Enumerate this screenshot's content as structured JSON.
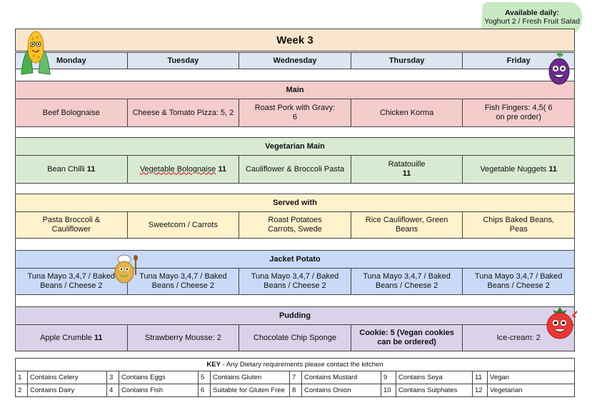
{
  "title": "Week 3",
  "available_daily": {
    "heading": "Available daily:",
    "text": "Yoghurt 2 / Fresh Fruit Salad"
  },
  "days": [
    "Monday",
    "Tuesday",
    "Wednesday",
    "Thursday",
    "Friday"
  ],
  "sections": [
    {
      "name": "Main",
      "items": [
        {
          "text": "Beef Bolognaise",
          "allergens": ""
        },
        {
          "text": "Cheese & Tomato Pizza: 5, 2",
          "allergens": ""
        },
        {
          "text": "Roast Pork with Gravy: 6",
          "allergens": ""
        },
        {
          "text": "Chicken Korma",
          "allergens": ""
        },
        {
          "text": "Fish Fingers: 4,5( 6 on pre order)",
          "allergens": ""
        }
      ]
    },
    {
      "name": "Vegetarian Main",
      "items": [
        {
          "text": "Bean Chilli",
          "allergens": "11"
        },
        {
          "text": "Vegetable Bolognaise",
          "allergens": "11"
        },
        {
          "text": "Cauliflower & Broccoli Pasta",
          "allergens": ""
        },
        {
          "text": "Ratatouille",
          "allergens": "11"
        },
        {
          "text": "Vegetable Nuggets",
          "allergens": "11"
        }
      ]
    },
    {
      "name": "Served with",
      "items": [
        {
          "text": "Pasta Broccoli & Cauliflower",
          "allergens": ""
        },
        {
          "text": "Sweetcorn / Carrots",
          "allergens": ""
        },
        {
          "text": "Roast Potatoes Carrots, Swede",
          "allergens": ""
        },
        {
          "text": "Rice Cauliflower, Green Beans",
          "allergens": ""
        },
        {
          "text": "Chips Baked Beans, Peas",
          "allergens": ""
        }
      ]
    },
    {
      "name": "Jacket Potato",
      "items": [
        {
          "text": "Tuna Mayo 3,4,7 / Baked Beans / Cheese 2",
          "allergens": ""
        },
        {
          "text": "Tuna Mayo 3,4,7 / Baked Beans / Cheese 2",
          "allergens": ""
        },
        {
          "text": "Tuna Mayo 3,4,7 / Baked Beans / Cheese 2",
          "allergens": ""
        },
        {
          "text": "Tuna Mayo 3,4,7 / Baked Beans / Cheese 2",
          "allergens": ""
        },
        {
          "text": "Tuna Mayo 3,4,7 / Baked Beans / Cheese 2",
          "allergens": ""
        }
      ]
    },
    {
      "name": "Pudding",
      "items": [
        {
          "text": "Apple Crumble",
          "allergens": "11"
        },
        {
          "text": "Strawberry Mousse: 2",
          "allergens": ""
        },
        {
          "text": "Chocolate Chip Sponge",
          "allergens": ""
        },
        {
          "text": "Cookie: 5 (Vegan cookies can be ordered)",
          "allergens": ""
        },
        {
          "text": "Ice-cream:  2",
          "allergens": ""
        }
      ]
    }
  ],
  "key": {
    "label": "KEY",
    "text": " - Any Dietary requirements please contact the kitchen",
    "entries": [
      {
        "num": "1",
        "label": "Contains Celery"
      },
      {
        "num": "3",
        "label": "Contains Eggs"
      },
      {
        "num": "5",
        "label": "Contains Gluten"
      },
      {
        "num": "7",
        "label": "Contains Mustard"
      },
      {
        "num": "9",
        "label": "Contains Soya"
      },
      {
        "num": "11",
        "label": "Vegan"
      },
      {
        "num": "2",
        "label": "Contains Dairy"
      },
      {
        "num": "4",
        "label": "Contains Fish"
      },
      {
        "num": "6",
        "label": "Suitable for Gluten Free"
      },
      {
        "num": "8",
        "label": "Contains Onion"
      },
      {
        "num": "10",
        "label": "Contains Sulphates"
      },
      {
        "num": "12",
        "label": "Vegetarian"
      }
    ]
  },
  "colors": {
    "title_bg": "#fce5cd",
    "days_bg": "#dce6f2",
    "main_bg": "#f4cccc",
    "veg_bg": "#d9ead3",
    "served_bg": "#fff2cc",
    "jacket_bg": "#c9daf8",
    "pudding_bg": "#d9d2e9",
    "available_bg": "#c9e9c5"
  },
  "decorations": [
    "corn-icon",
    "aubergine-icon",
    "potato-chef-icon",
    "tomato-icon"
  ]
}
